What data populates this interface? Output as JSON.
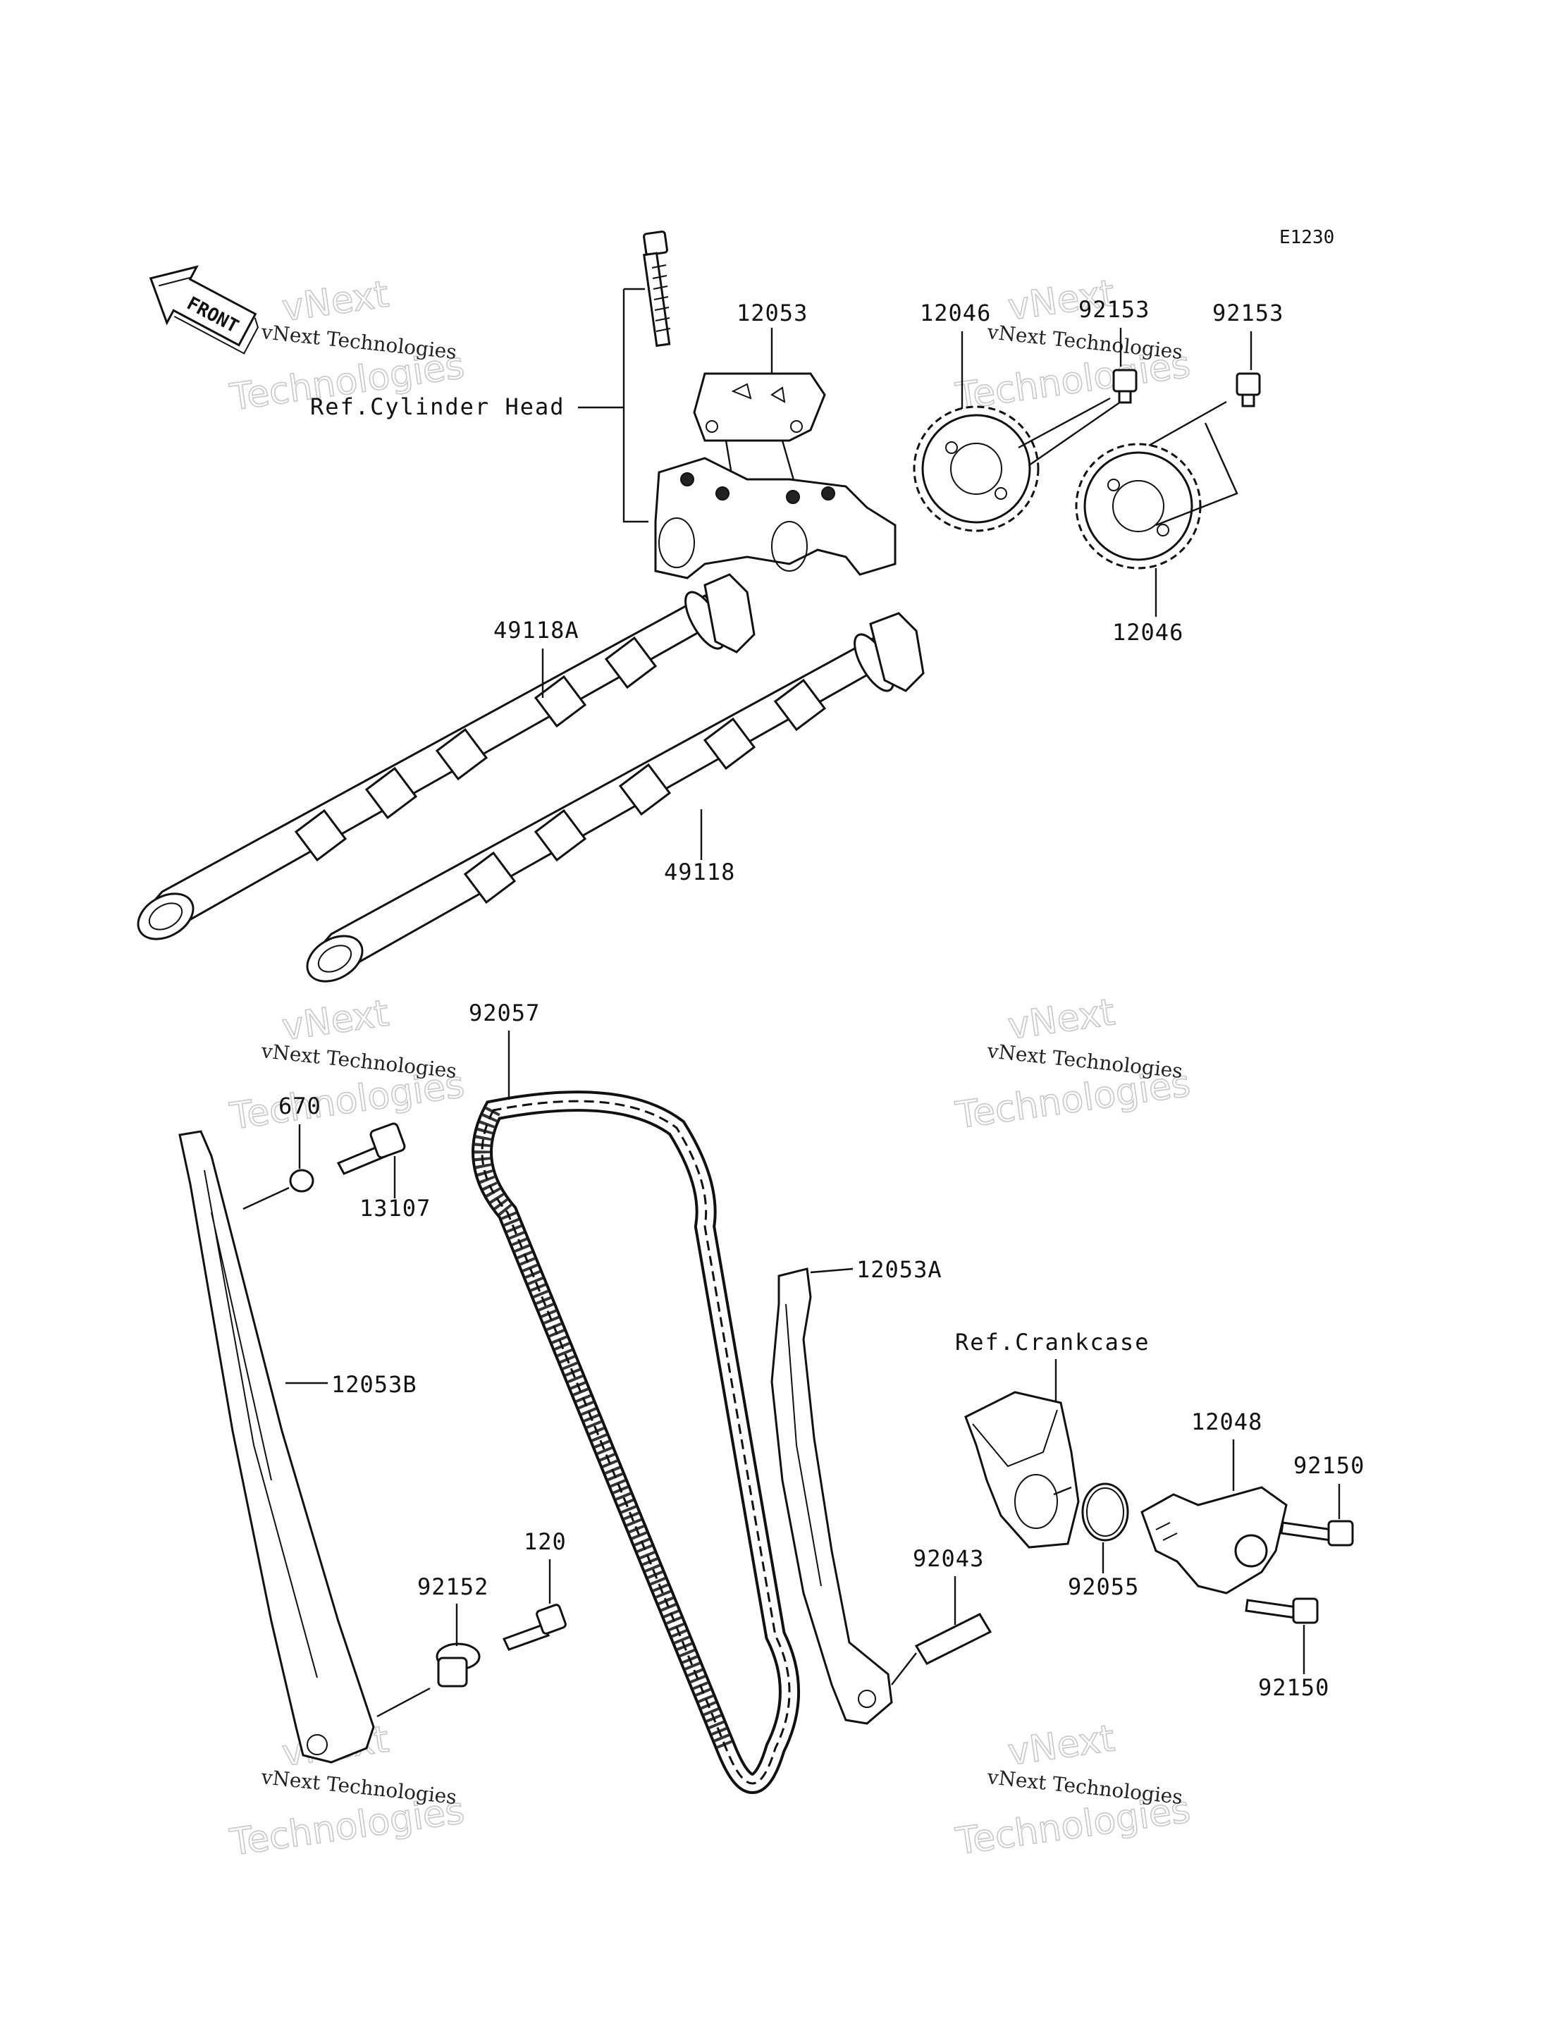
{
  "diagram_code": "E1230",
  "front_label": "FRONT",
  "references": {
    "cylinder_head": "Ref.Cylinder Head",
    "crankcase": "Ref.Crankcase"
  },
  "watermark": {
    "brand": "vNext",
    "line1": "vNext Technologies",
    "line2": "Technologies"
  },
  "parts": {
    "bolt_top": "12053",
    "sprocket_a": "12046",
    "sprocket_b": "12046",
    "sprocket_bolt_a": "92153",
    "sprocket_bolt_b": "92153",
    "camshaft_exhaust": "49118A",
    "camshaft_intake": "49118",
    "chain": "92057",
    "oring_small": "670",
    "guide_bolt": "13107",
    "guide_rear": "12053B",
    "guide_front": "12053A",
    "collar": "92152",
    "bolt_small": "120",
    "pin": "92043",
    "oring_tensioner": "92055",
    "tensioner": "12048",
    "tensioner_bolt_a": "92150",
    "tensioner_bolt_b": "92150"
  }
}
